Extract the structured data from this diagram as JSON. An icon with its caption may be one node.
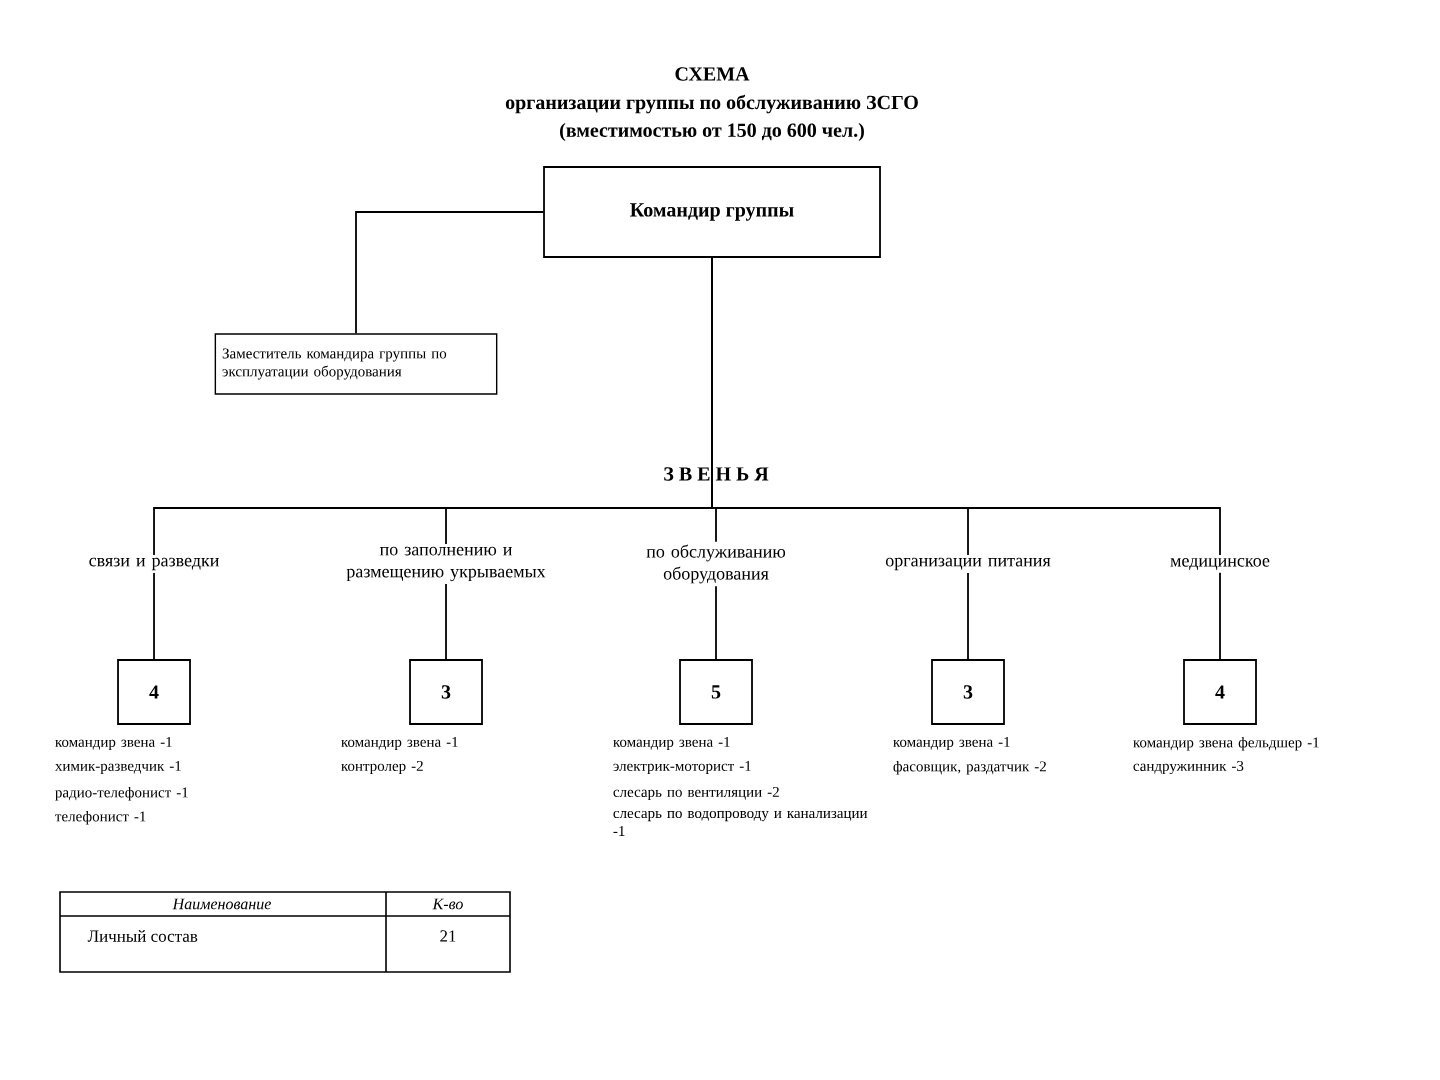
{
  "diagram": {
    "title": "СХЕМА",
    "nodes": [
      {
        "text": [
          "Командир группы"
        ]
      },
      {
        "text": [
          "Заместитель командира группы по эксплуатации оборудования"
        ]
      },
      {
        "text": [
          "связи и разведки"
        ]
      },
      {
        "text": [
          "по заполнению и размещению укрываемых"
        ]
      },
      {
        "text": [
          "по обслуживанию оборудования"
        ]
      },
      {
        "text": [
          "организации питания"
        ]
      },
      {
        "text": [
          "медицинское"
        ]
      },
      {
        "text": [
          "4"
        ],
        "beside": [
          "командир звена -1",
          "химик-разведчик -1",
          "радио-телефонист -1",
          "телефонист -1"
        ]
      },
      {
        "text": [
          "3"
        ],
        "beside": [
          "командир звена -1",
          "контролер -2"
        ]
      },
      {
        "text": [
          "5"
        ],
        "beside": [
          "командир звена -1",
          "электрик-моторист -1",
          "слесарь по вентиляции -2",
          "слесарь по водопроводу и канализации -1"
        ]
      },
      {
        "text": [
          "3"
        ],
        "beside": [
          "командир звена -1",
          "фасовщик, раздатчик -2"
        ]
      },
      {
        "text": [
          "4"
        ],
        "beside": [
          "командир звена фельдшер -1",
          "сандружинник -3"
        ]
      }
    ],
    "edges": [
      {
        "from": 0,
        "to": 1,
        "arrow": "none"
      },
      {
        "from": 0,
        "to": 2,
        "arrow": "none"
      },
      {
        "from": 0,
        "to": 3,
        "arrow": "none"
      },
      {
        "from": 0,
        "to": 4,
        "arrow": "none"
      },
      {
        "from": 0,
        "to": 5,
        "arrow": "none"
      },
      {
        "from": 0,
        "to": 6,
        "arrow": "none"
      },
      {
        "from": 2,
        "to": 7,
        "arrow": "none"
      },
      {
        "from": 3,
        "to": 8,
        "arrow": "none"
      },
      {
        "from": 4,
        "to": 9,
        "arrow": "none"
      },
      {
        "from": 5,
        "to": 10,
        "arrow": "none"
      },
      {
        "from": 6,
        "to": 11,
        "arrow": "none"
      }
    ],
    "labels": [
      "организации группы по обслуживанию ЗСГО",
      "(вместимостью от 150 до 600 чел.)",
      "З В Е Н Ь Я",
      "Наименование",
      "К-во",
      "Личный состав",
      "21"
    ]
  }
}
